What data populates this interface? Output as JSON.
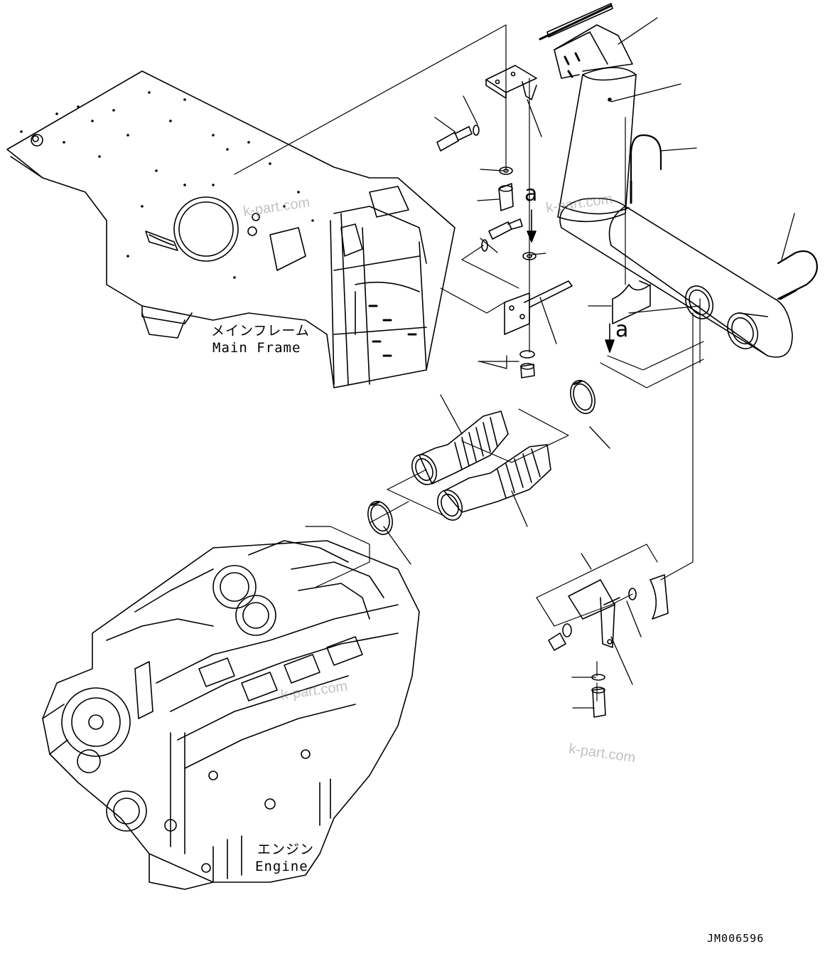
{
  "labels": {
    "main_frame_jp": "メインフレーム",
    "main_frame_en": "Main Frame",
    "engine_jp": "エンジン",
    "engine_en": "Engine",
    "view_top": "a",
    "view_bottom": "a",
    "drawing_id": "JM006596"
  },
  "watermarks": [
    "k-part.com",
    "k-part.com",
    "k-part.com",
    "k-part.com"
  ],
  "colors": {
    "line": "#000000",
    "watermark": "#8a8a8a"
  }
}
